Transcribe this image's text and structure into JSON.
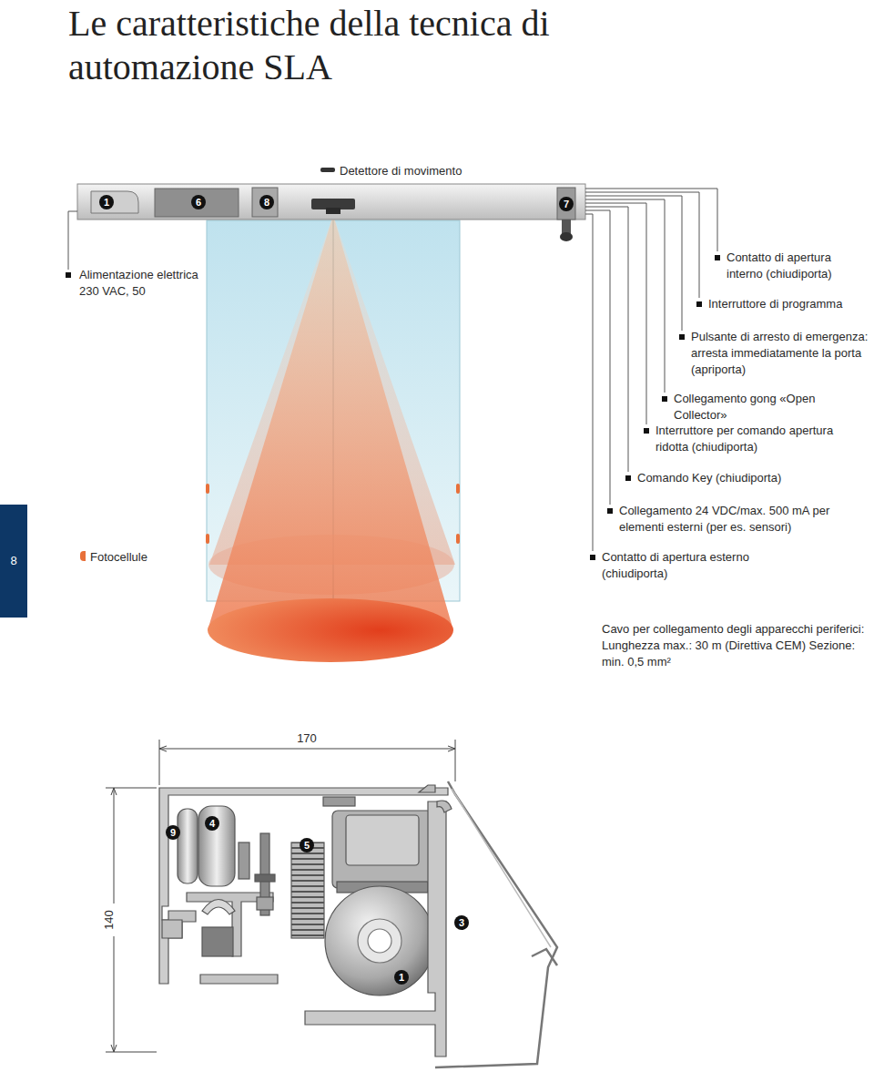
{
  "diagram": {
    "title": "Le caratteristiche della tecnica di automazione SLA",
    "nodes": [
      {
        "text": [
          "8"
        ]
      }
    ],
    "labels": [
      "1",
      "6",
      "8",
      "7",
      "Alimentazione elettrica 230 VAC, 50",
      "Contatto di apertura interno (chiudiporta)",
      "Interruttore di programma",
      "Pulsante di arresto di emergenza: arresta immediatamente la porta (apriporta)",
      "Collegamento gong «Open Collector»",
      "Interruttore per comando apertura ridotta (chiudiporta)",
      "Comando Key (chiudiporta)",
      "Collegamento 24 VDC/max. 500 mA per elementi esterni (per es. sensori)",
      "Contatto di apertura esterno (chiudiporta)",
      "Cavo per collegamento degli apparecchi periferici: Lunghezza max.: 30 m (Direttiva CEM) Sezione: min. 0,5 mm²",
      "170",
      "140",
      "9",
      "4",
      "5",
      "3",
      "1"
    ],
    "legend": [
      {
        "text": "Detettore di movimento"
      },
      {
        "text": "Fotocellule",
        "color": "#e8703a"
      }
    ]
  }
}
